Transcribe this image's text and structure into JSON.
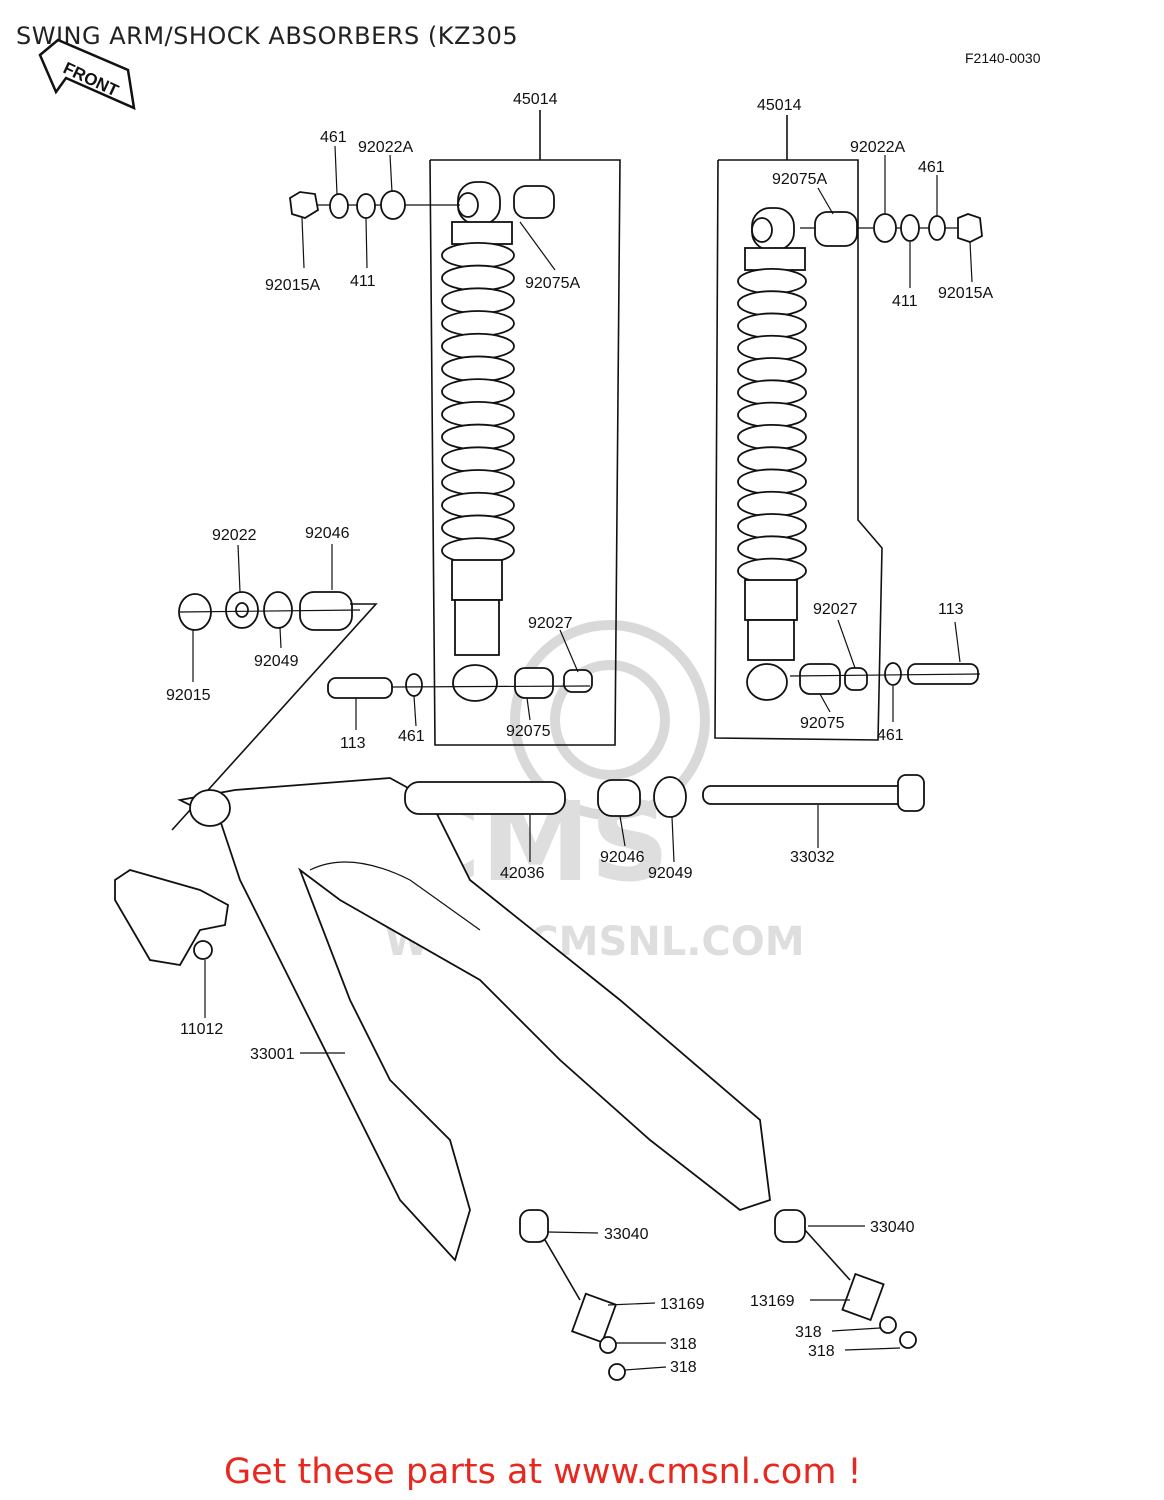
{
  "title": "SWING ARM/SHOCK ABSORBERS (KZ305",
  "diagram_code": "F2140-0030",
  "front_marker": "FRONT",
  "watermark": {
    "logo": "CMS",
    "url": "WWW.CMSNL.COM"
  },
  "cta": "Get these parts at www.cmsnl.com !",
  "labels": {
    "l45014": "45014",
    "r45014": "45014",
    "l461": "461",
    "l92022A": "92022A",
    "l92015A": "92015A",
    "l411": "411",
    "l92075A": "92075A",
    "r92022A": "92022A",
    "r92075A": "92075A",
    "r461": "461",
    "r411": "411",
    "r92015A": "92015A",
    "b92022": "92022",
    "b92046": "92046",
    "b92015": "92015",
    "b92049": "92049",
    "l92027": "92027",
    "r92027": "92027",
    "r113": "113",
    "l113": "113",
    "l461b": "461",
    "l92075": "92075",
    "r92075": "92075",
    "r461b": "461",
    "c42036": "42036",
    "c92046": "92046",
    "c92049": "92049",
    "c33032": "33032",
    "c11012": "11012",
    "c33001": "33001",
    "l33040": "33040",
    "r33040": "33040",
    "l13169": "13169",
    "r13169": "13169",
    "l318a": "318",
    "l318b": "318",
    "r318a": "318",
    "r318b": "318"
  }
}
